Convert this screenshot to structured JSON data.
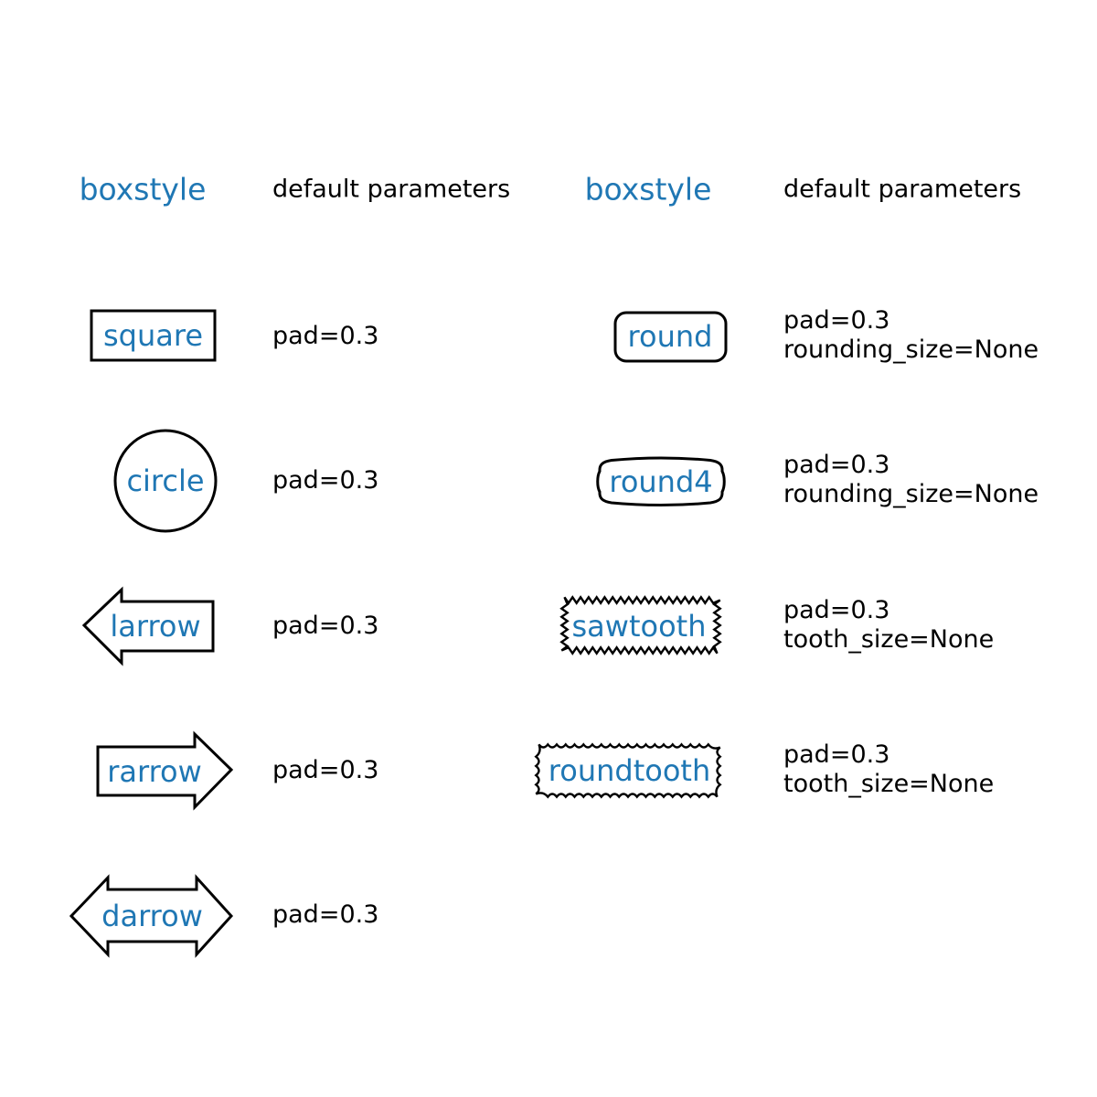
{
  "figure": {
    "background": "#ffffff",
    "accent_color": "#1f77b4",
    "ink_color": "#000000"
  },
  "chart_data": {
    "type": "table",
    "title": "",
    "columns": [
      "boxstyle",
      "default parameters",
      "boxstyle",
      "default parameters"
    ],
    "left_rows": [
      {
        "boxstyle": "square",
        "default_parameters": "pad=0.3"
      },
      {
        "boxstyle": "circle",
        "default_parameters": "pad=0.3"
      },
      {
        "boxstyle": "larrow",
        "default_parameters": "pad=0.3"
      },
      {
        "boxstyle": "rarrow",
        "default_parameters": "pad=0.3"
      },
      {
        "boxstyle": "darrow",
        "default_parameters": "pad=0.3"
      }
    ],
    "right_rows": [
      {
        "boxstyle": "round",
        "default_parameters": "pad=0.3, rounding_size=None"
      },
      {
        "boxstyle": "round4",
        "default_parameters": "pad=0.3, rounding_size=None"
      },
      {
        "boxstyle": "sawtooth",
        "default_parameters": "pad=0.3, tooth_size=None"
      },
      {
        "boxstyle": "roundtooth",
        "default_parameters": "pad=0.3, tooth_size=None"
      }
    ]
  },
  "left": {
    "header_style": "boxstyle",
    "header_params": "default parameters",
    "items": [
      {
        "label": "square",
        "params": [
          "pad=0.3"
        ]
      },
      {
        "label": "circle",
        "params": [
          "pad=0.3"
        ]
      },
      {
        "label": "larrow",
        "params": [
          "pad=0.3"
        ]
      },
      {
        "label": "rarrow",
        "params": [
          "pad=0.3"
        ]
      },
      {
        "label": "darrow",
        "params": [
          "pad=0.3"
        ]
      }
    ]
  },
  "right": {
    "header_style": "boxstyle",
    "header_params": "default parameters",
    "items": [
      {
        "label": "round",
        "params": [
          "pad=0.3",
          "rounding_size=None"
        ]
      },
      {
        "label": "round4",
        "params": [
          "pad=0.3",
          "rounding_size=None"
        ]
      },
      {
        "label": "sawtooth",
        "params": [
          "pad=0.3",
          "tooth_size=None"
        ]
      },
      {
        "label": "roundtooth",
        "params": [
          "pad=0.3",
          "tooth_size=None"
        ]
      }
    ]
  }
}
